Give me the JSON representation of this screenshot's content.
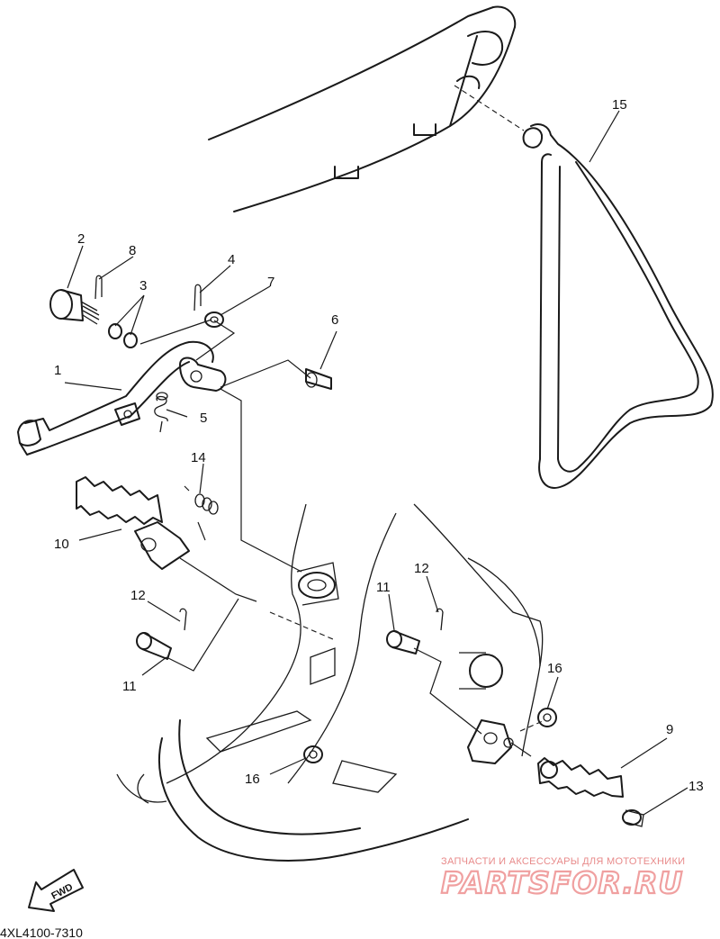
{
  "diagram": {
    "drawing_code": "4XL4100-7310",
    "fwd_label": "FWD",
    "callouts": [
      {
        "id": "1",
        "label": "1"
      },
      {
        "id": "2",
        "label": "2"
      },
      {
        "id": "3",
        "label": "3"
      },
      {
        "id": "4",
        "label": "4"
      },
      {
        "id": "5",
        "label": "5"
      },
      {
        "id": "6",
        "label": "6"
      },
      {
        "id": "7",
        "label": "7"
      },
      {
        "id": "8",
        "label": "8"
      },
      {
        "id": "9",
        "label": "9"
      },
      {
        "id": "10",
        "label": "10"
      },
      {
        "id": "11a",
        "label": "11"
      },
      {
        "id": "11b",
        "label": "11"
      },
      {
        "id": "12a",
        "label": "12"
      },
      {
        "id": "12b",
        "label": "12"
      },
      {
        "id": "13",
        "label": "13"
      },
      {
        "id": "14",
        "label": "14"
      },
      {
        "id": "15",
        "label": "15"
      },
      {
        "id": "16a",
        "label": "16"
      },
      {
        "id": "16b",
        "label": "16"
      }
    ]
  },
  "watermark": {
    "tagline": "ЗАПЧАСТИ И АКСЕССУАРЫ ДЛЯ МОТОТЕХНИКИ",
    "brand": "PARTSFOR.RU",
    "color": "#f0a0a0"
  }
}
